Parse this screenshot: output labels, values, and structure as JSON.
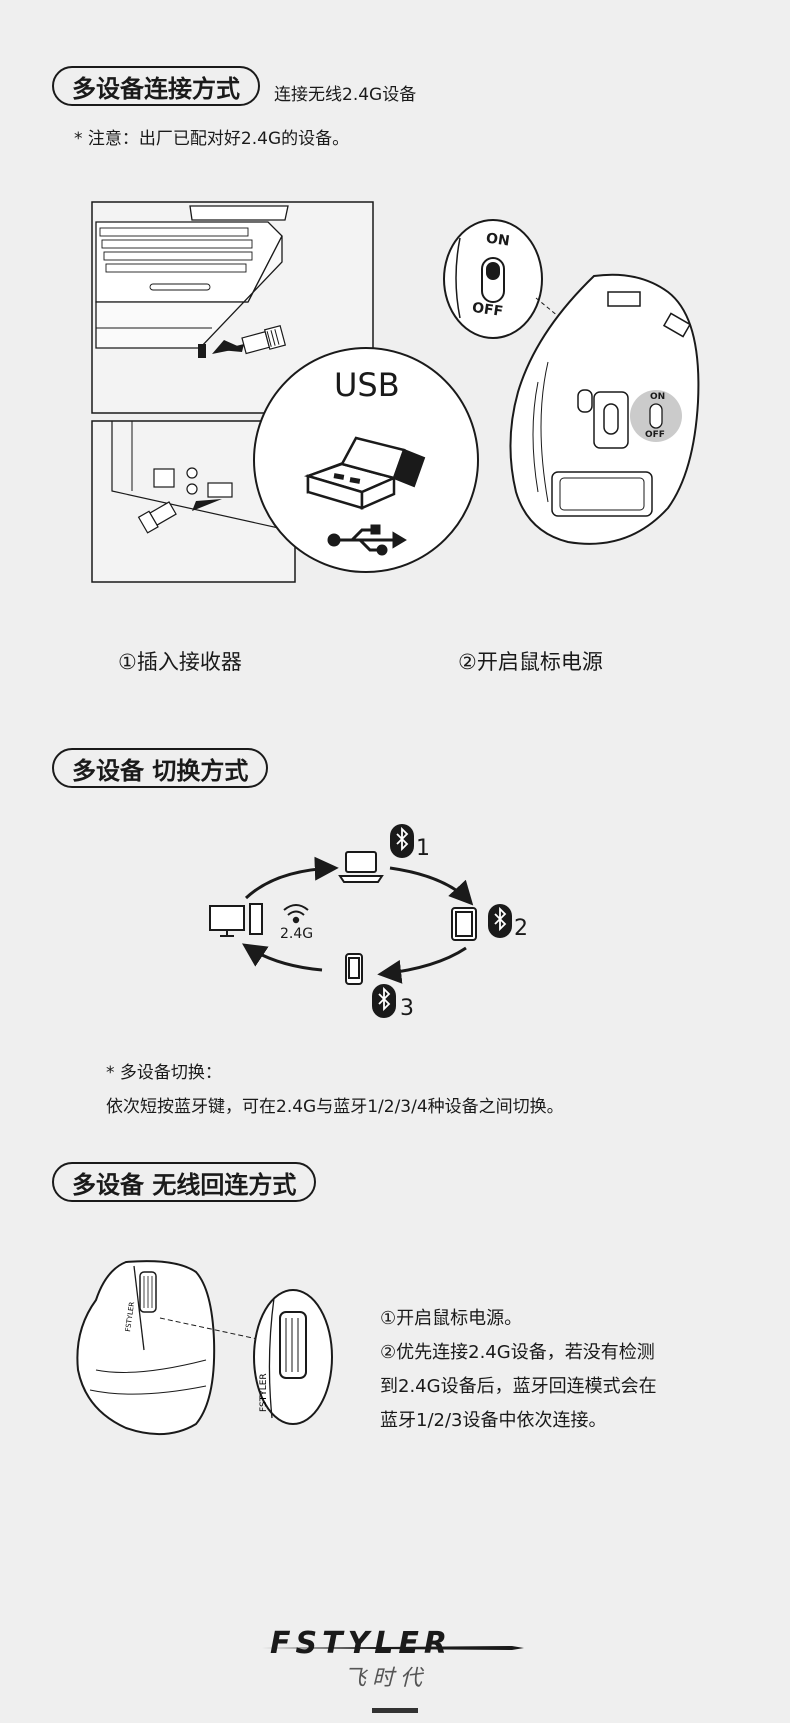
{
  "section1": {
    "title": "多设备连接方式",
    "subtitle": "连接无线2.4G设备",
    "note": "* 注意：出厂已配对好2.4G的设备。",
    "usb_label": "USB",
    "switch_on": "ON",
    "switch_off": "OFF",
    "step1": "①插入接收器",
    "step2": "②开启鼠标电源"
  },
  "section2": {
    "title": "多设备 切换方式",
    "bt1": "1",
    "bt2": "2",
    "bt3": "3",
    "wifi_label": "2.4G",
    "note_heading": "* 多设备切换：",
    "note_body": "依次短按蓝牙键，可在2.4G与蓝牙1/2/3/4种设备之间切换。"
  },
  "section3": {
    "title": "多设备 无线回连方式",
    "line1": "①开启鼠标电源。",
    "line2": "②优先连接2.4G设备，若没有检测",
    "line3": "到2.4G设备后，蓝牙回连模式会在",
    "line4": "蓝牙1/2/3设备中依次连接。",
    "mouse_brand": "FSTYLER"
  },
  "brand": {
    "name": "FSTYLER",
    "chinese": "飞时代"
  }
}
